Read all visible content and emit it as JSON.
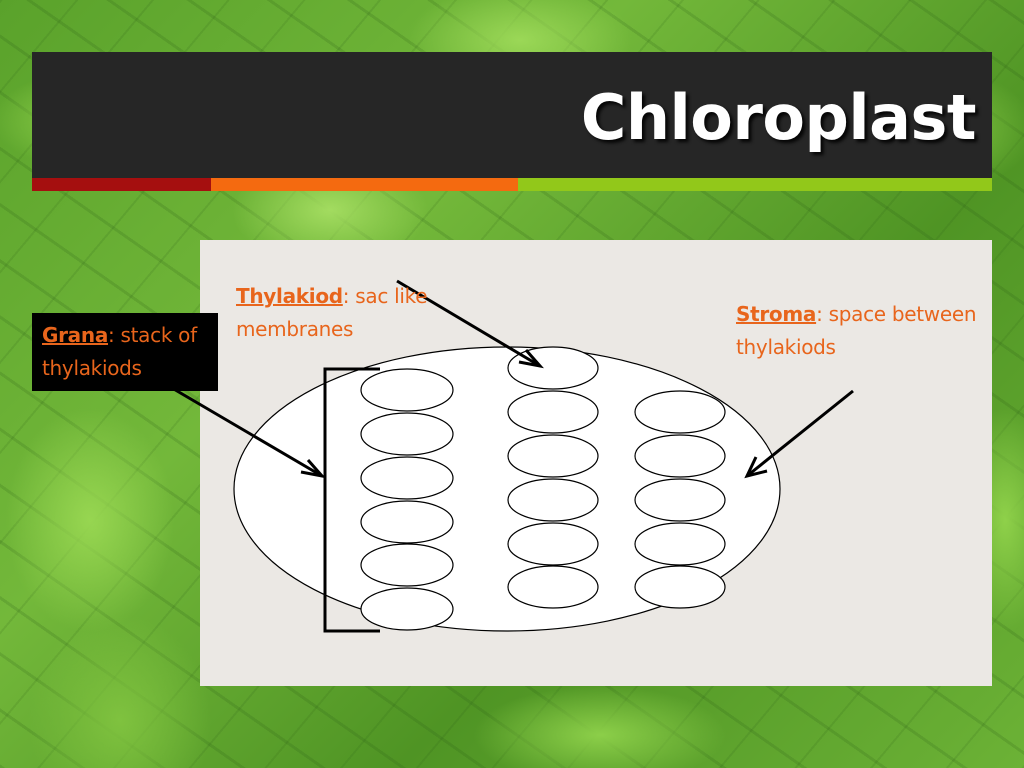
{
  "slide": {
    "title": "Chloroplast"
  },
  "colors": {
    "title_bar": "#262626",
    "title_text": "#ffffff",
    "stripe_red": "#a50f0f",
    "stripe_orange": "#f46a10",
    "stripe_green": "#92c81a",
    "panel": "#ebe8e4",
    "label_text": "#e8651c",
    "grana_box": "#000000"
  },
  "labels": {
    "thylakoid": {
      "term": "Thylakiod",
      "definition": ": sac like membranes"
    },
    "stroma": {
      "term": "Stroma",
      "definition": ": space between thylakiods"
    },
    "grana": {
      "term": "Grana",
      "definition": ": stack of thylakiods"
    }
  }
}
